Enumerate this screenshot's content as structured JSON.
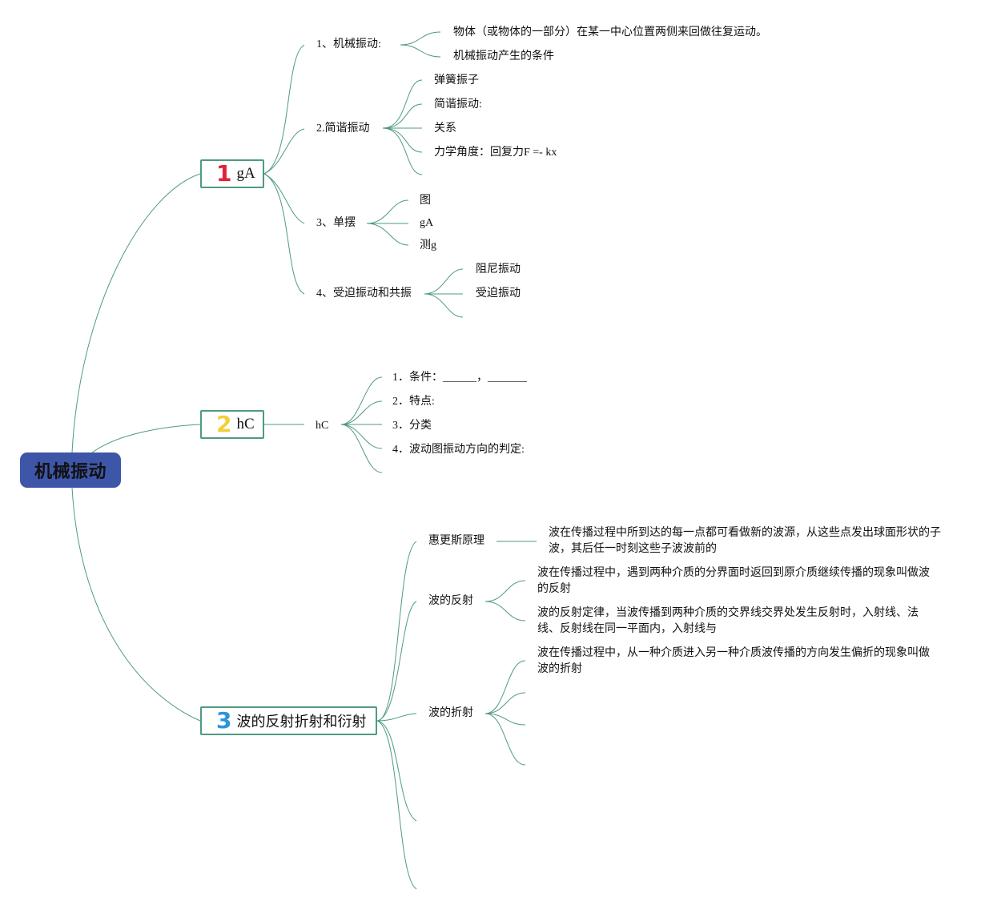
{
  "root": {
    "label": "机械振动"
  },
  "branches": [
    {
      "num": "1",
      "num_color": "#e0223c",
      "label": "gA",
      "children": [
        {
          "label": "1、机械振动:",
          "items": [
            "物体（或物体的一部分）在某一中心位置两侧来回做往复运动。",
            "机械振动产生的条件"
          ]
        },
        {
          "label": "2.简谐振动",
          "items": [
            "弹簧振子",
            "简谐振动:",
            "关系",
            "力学角度：回复力F =- kx"
          ]
        },
        {
          "label": "3、单摆",
          "items": [
            "图",
            "gA",
            "测g"
          ]
        },
        {
          "label": "4、受迫振动和共振",
          "items": [
            "阻尼振动",
            "受迫振动"
          ]
        }
      ]
    },
    {
      "num": "2",
      "num_color": "#f2cf3a",
      "label": "hC",
      "children": [
        {
          "label": "hC",
          "items": [
            "1．条件：______，_______",
            "2．特点:",
            "3．分类",
            "4．波动图振动方向的判定:"
          ]
        }
      ]
    },
    {
      "num": "3",
      "num_color": "#2b95d8",
      "label": "波的反射折射和衍射",
      "children": [
        {
          "label": "惠更斯原理",
          "items": [
            "波在传播过程中所到达的每一点都可看做新的波源，从这些点发出球面形状的子波，其后任一时刻这些子波波前的"
          ]
        },
        {
          "label": "波的反射",
          "items": [
            "波在传播过程中，遇到两种介质的分界面时返回到原介质继续传播的现象叫做波的反射",
            "波的反射定律，当波传播到两种介质的交界线交界处发生反射时，入射线、法线、反射线在同一平面内，入射线与"
          ]
        },
        {
          "label": "波的折射",
          "items": [
            "波在传播过程中，从一种介质进入另一种介质波传播的方向发生偏折的现象叫做波的折射"
          ]
        }
      ]
    }
  ],
  "colors": {
    "line": "#4f9a80",
    "root_fill": "#3e56a8"
  }
}
